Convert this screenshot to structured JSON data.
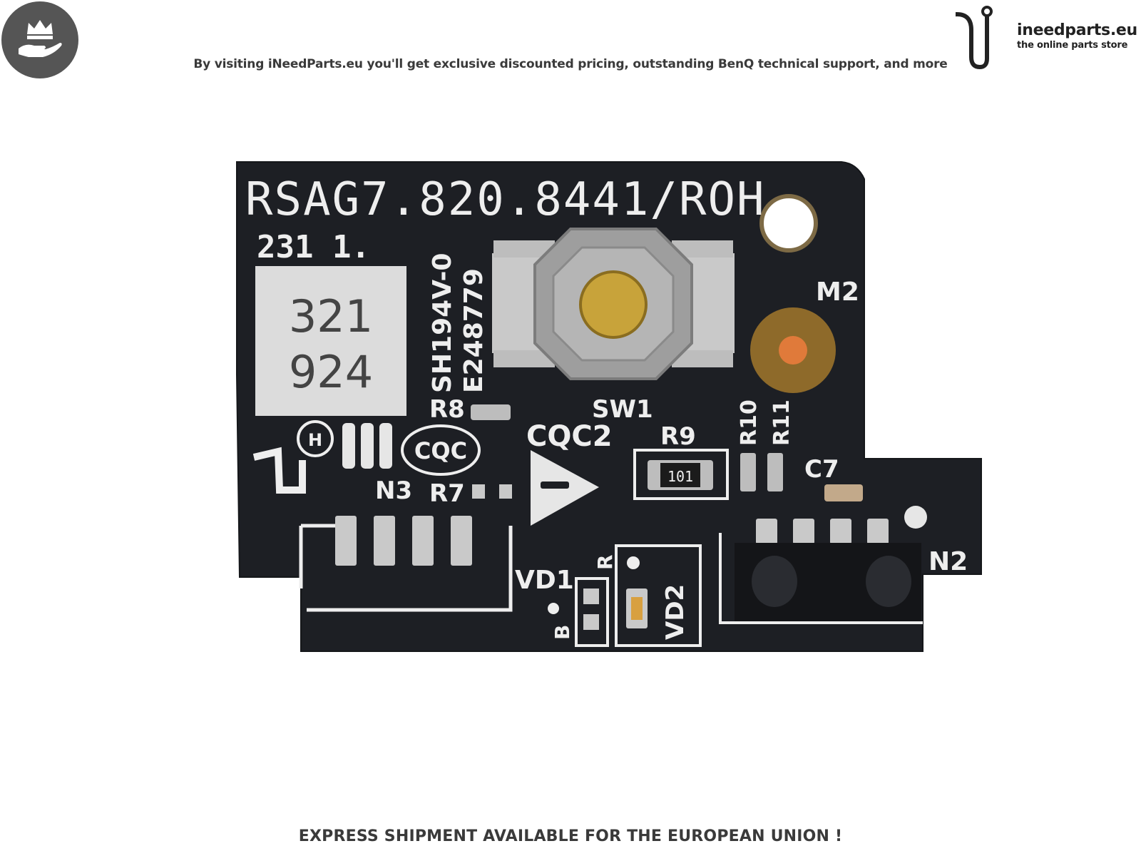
{
  "header": {
    "tagline": "By visiting iNeedParts.eu you'll get exclusive discounted pricing, outstanding BenQ technical support, and more",
    "badge_icon": "crown-hand-icon"
  },
  "logo": {
    "name": "ineedparts.eu",
    "subtitle": "the online parts store",
    "icon": "circuit-n-icon"
  },
  "board": {
    "part_number": "RSAG7.820.8441/ROH",
    "code_top": "231 1.",
    "label_line1": "321",
    "label_line2": "924",
    "vertical_code1": "SH194V-0",
    "vertical_code2": "E248779",
    "labels": {
      "m2": "M2",
      "sw1": "SW1",
      "r8": "R8",
      "cqc2": "CQC2",
      "cqc": "CQC",
      "r9": "R9",
      "r10": "R10",
      "r11": "R11",
      "c7": "C7",
      "n3": "N3",
      "r7": "R7",
      "vd1": "VD1",
      "r": "R",
      "b": "B",
      "vd2": "VD2",
      "n2": "N2",
      "resistor": "101"
    },
    "colors": {
      "pcb": "#1d1f24",
      "silk": "#eeeeee",
      "pad": "#c9c9c9",
      "button_cap": "#c8a33a",
      "copper": "#8e6a2a"
    }
  },
  "footer": {
    "text": "EXPRESS SHIPMENT AVAILABLE FOR THE EUROPEAN UNION !"
  }
}
